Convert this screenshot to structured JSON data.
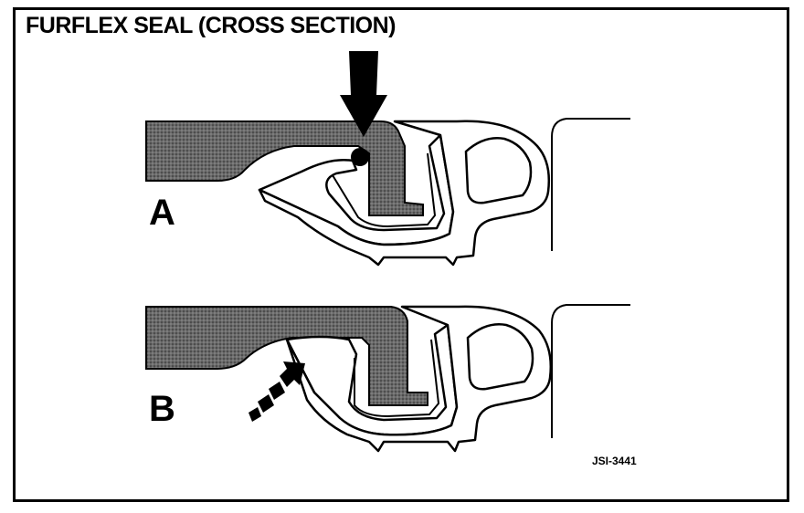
{
  "figure": {
    "title": "FURFLEX SEAL (CROSS SECTION)",
    "views": [
      {
        "label": "A"
      },
      {
        "label": "B"
      }
    ],
    "reference_code": "JSI-3441"
  },
  "colors": {
    "ink": "#000000",
    "paper": "#ffffff",
    "panel_shade": "#5a5a5a"
  }
}
